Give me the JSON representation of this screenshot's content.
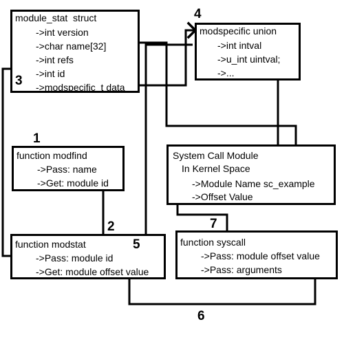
{
  "module_stat": {
    "title": "module_stat  struct",
    "fields": [
      "->int version",
      "->char name[32]",
      "->int refs",
      "->int id",
      "->modspecific_t data"
    ]
  },
  "modspecific": {
    "title": "modspecific union",
    "fields": [
      "->int intval",
      "->u_int uintval;",
      "->..."
    ]
  },
  "syscall_module": {
    "title": "System Call Module",
    "subtitle": "In Kernel Space",
    "fields": [
      "->Module Name sc_example",
      "->Offset Value"
    ]
  },
  "modfind": {
    "title": "function modfind",
    "fields": [
      "->Pass: name",
      "->Get: module id"
    ]
  },
  "modstat": {
    "title": "function modstat",
    "fields": [
      "->Pass: module id",
      "->Get: module offset value"
    ]
  },
  "syscall_fn": {
    "title": "function syscall",
    "fields": [
      "->Pass: module offset value",
      "->Pass: arguments"
    ]
  },
  "steps": [
    "1",
    "2",
    "3",
    "4",
    "5",
    "6",
    "7"
  ]
}
